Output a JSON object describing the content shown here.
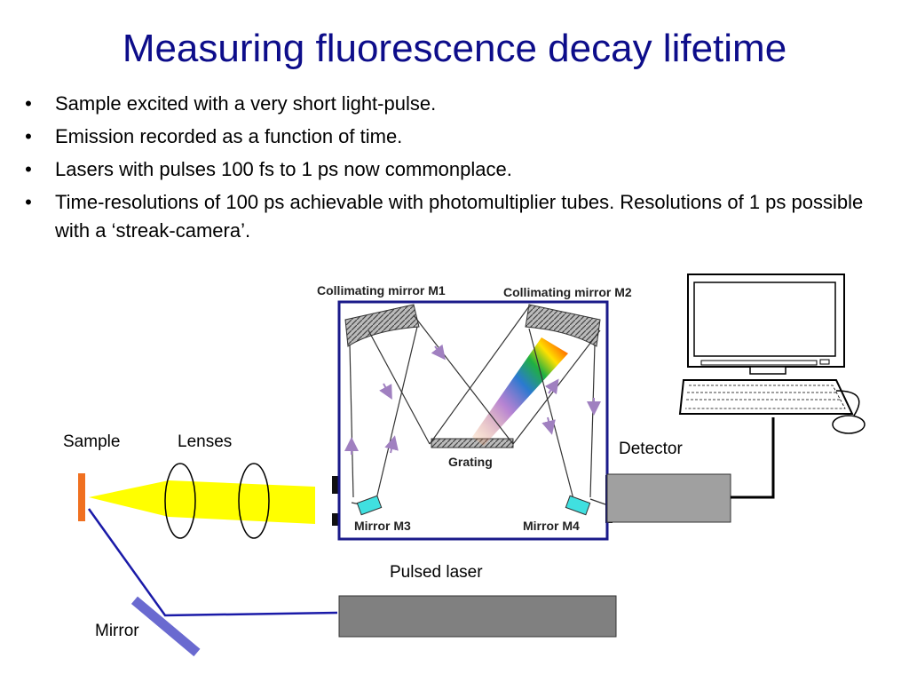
{
  "title": "Measuring fluorescence decay lifetime",
  "bullets": [
    "Sample excited with a very short light-pulse.",
    "Emission recorded as a function of time.",
    "Lasers with pulses 100 fs to 1 ps now commonplace.",
    "Time-resolutions of 100 ps achievable with photomultiplier tubes. Resolutions of 1 ps possible with a ‘streak-camera’."
  ],
  "bullet_char": "•",
  "diagram": {
    "labels": {
      "sample": "Sample",
      "lenses": "Lenses",
      "detector": "Detector",
      "pulsed_laser": "Pulsed laser",
      "mirror": "Mirror"
    },
    "spectrometer": {
      "collimating_m1": "Collimating mirror M1",
      "collimating_m2": "Collimating mirror M2",
      "grating": "Grating",
      "mirror_m3": "Mirror M3",
      "mirror_m4": "Mirror M4"
    },
    "colors": {
      "title": "#0d0d8a",
      "beam": "#ffff00",
      "laser_path": "#1a1aa8",
      "sample": "#f07020",
      "mirror": "#6a6ad0",
      "box": "#808080",
      "small_mirrors": "#40e0e0",
      "spectrometer_border": "#1a1a8a"
    },
    "icons": [
      "computer-monitor-icon",
      "keyboard-icon",
      "mouse-icon"
    ]
  }
}
